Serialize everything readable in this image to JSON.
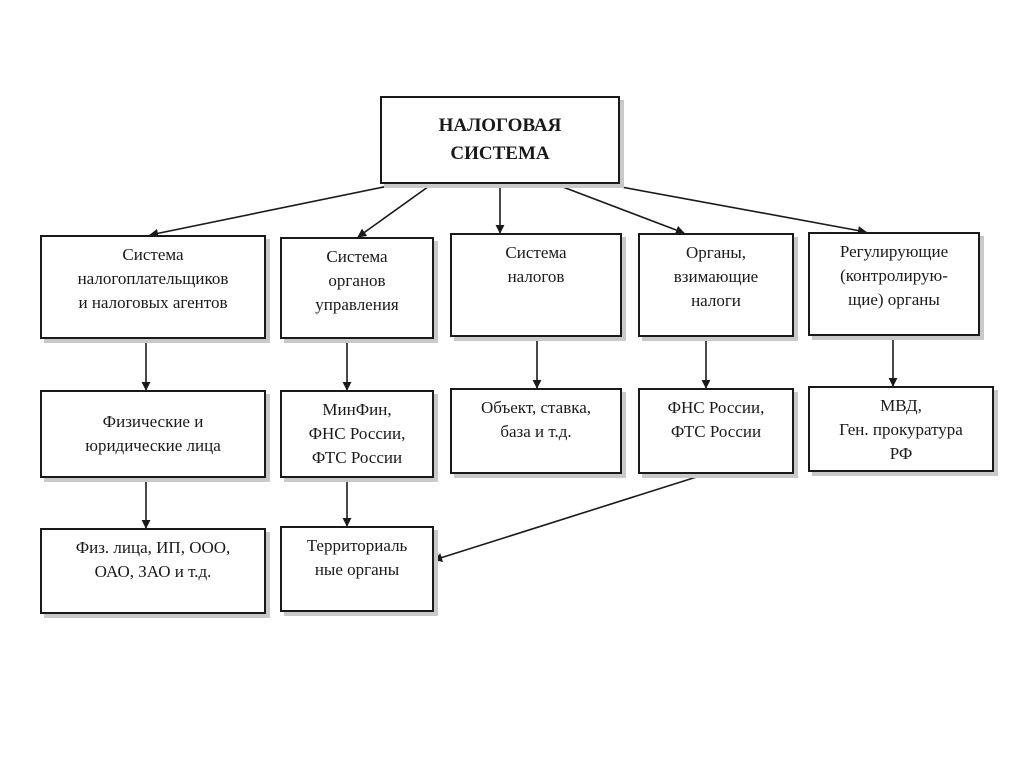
{
  "diagram": {
    "root": {
      "label": "НАЛОГОВАЯ\nСИСТЕМА"
    },
    "columns": [
      {
        "level1": "Система\nналогоплательщиков\nи налоговых агентов",
        "level2": "Физические и\nюридические лица",
        "level3": "Физ. лица, ИП, ООО,\nОАО, ЗАО и т.д."
      },
      {
        "level1": "Система\nорганов\nуправления",
        "level2": "МинФин,\nФНС России,\nФТС России",
        "level3": "Территориаль\nные органы"
      },
      {
        "level1": "Система\nналогов",
        "level2": "Объект, ставка,\nбаза и т.д."
      },
      {
        "level1": "Органы,\nвзимающие\nналоги",
        "level2": "ФНС России,\nФТС России"
      },
      {
        "level1": "Регулирующие\n(контролирую-\nщие) органы",
        "level2": "МВД,\nГен. прокуратура\nРФ"
      }
    ],
    "edges": [
      {
        "from": "root",
        "to": "column-1-level-1"
      },
      {
        "from": "root",
        "to": "column-2-level-1"
      },
      {
        "from": "root",
        "to": "column-3-level-1"
      },
      {
        "from": "root",
        "to": "column-4-level-1"
      },
      {
        "from": "root",
        "to": "column-5-level-1"
      },
      {
        "from": "column-1-level-1",
        "to": "column-1-level-2"
      },
      {
        "from": "column-2-level-1",
        "to": "column-2-level-2"
      },
      {
        "from": "column-3-level-1",
        "to": "column-3-level-2"
      },
      {
        "from": "column-4-level-1",
        "to": "column-4-level-2"
      },
      {
        "from": "column-5-level-1",
        "to": "column-5-level-2"
      },
      {
        "from": "column-1-level-2",
        "to": "column-1-level-3"
      },
      {
        "from": "column-2-level-2",
        "to": "column-2-level-3"
      },
      {
        "from": "column-4-level-2",
        "to": "column-2-level-3"
      }
    ]
  }
}
